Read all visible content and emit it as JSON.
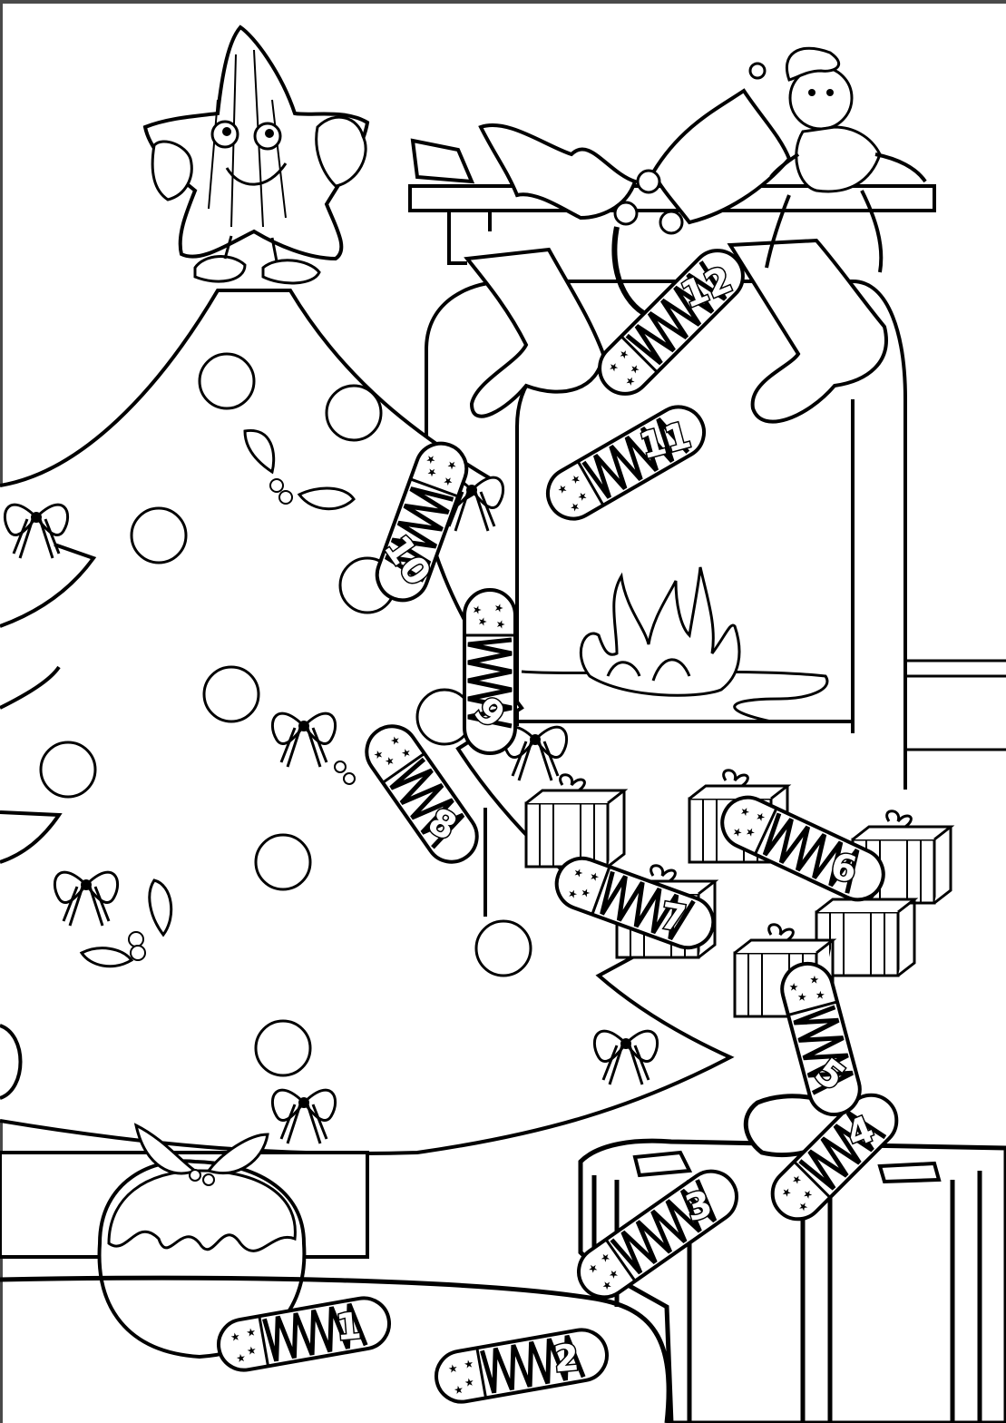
{
  "scene": {
    "theme": "christmas-board-game-colouring-page",
    "line_color": "#000000",
    "paper_color": "#ffffff"
  },
  "path": {
    "numbers": [
      "1",
      "2",
      "3",
      "4",
      "5",
      "6",
      "7",
      "8",
      "9",
      "10",
      "11",
      "12"
    ]
  }
}
